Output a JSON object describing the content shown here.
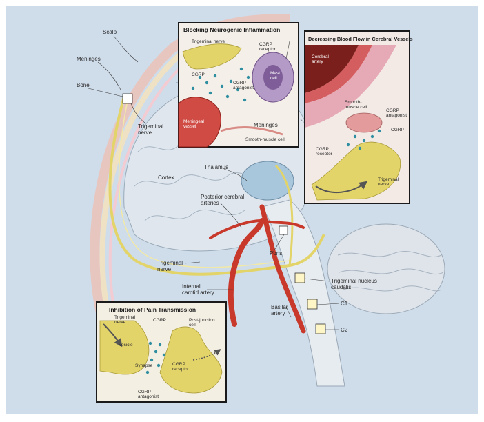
{
  "insets": {
    "neurogenic": {
      "title": "Blocking Neurogenic Inflammation",
      "labels": {
        "trigeminal_nerve": "Trigeminal nerve",
        "cgrp_receptor": "CGRP\nreceptor",
        "cgrp": "CGRP",
        "cgrp_antagonist": "CGRP\nantagonist",
        "mast_cell": "Mast\ncell",
        "meningeal_vessel": "Meningeal\nvessel",
        "meninges": "Meninges",
        "smooth_muscle_cell": "Smooth-muscle cell"
      }
    },
    "blood_flow": {
      "title": "Decreasing Blood Flow in Cerebral Vessels",
      "labels": {
        "cerebral_artery": "Cerebral\nartery",
        "smooth_muscle_cell": "Smooth-\nmuscle cell",
        "cgrp_antagonist": "CGRP\nantagonist",
        "cgrp": "CGRP",
        "cgrp_receptor": "CGRP\nreceptor",
        "trigeminal_nerve": "Trigeminal\nnerve"
      }
    },
    "pain": {
      "title": "Inhibition of Pain Transmission",
      "labels": {
        "trigeminal_nerve": "Trigeminal\nnerve",
        "vesicle": "Vesicle",
        "cgrp": "CGRP",
        "post_junction_cell": "Post-junction\ncell",
        "synapse": "Synapse",
        "cgrp_receptor": "CGRP\nreceptor",
        "cgrp_antagonist": "CGRP\nantagonist"
      }
    }
  },
  "main_labels": {
    "scalp": "Scalp",
    "meninges": "Meninges",
    "bone": "Bone",
    "trigeminal_nerve_upper": "Trigeminal\nnerve",
    "cortex": "Cortex",
    "thalamus": "Thalamus",
    "posterior_cerebral_arteries": "Posterior cerebral\narteries",
    "pons": "Pons",
    "trigeminal_nerve_lower": "Trigeminal\nnerve",
    "internal_carotid_artery": "Internal\ncarotid artery",
    "trigeminal_nucleus_caudalis": "Trigeminal nucleus\ncaudalis",
    "basilar_artery": "Basilar\nartery",
    "c1": "C1",
    "c2": "C2"
  },
  "colors": {
    "background": "#cfdcea",
    "nerve": "#e3d46a",
    "artery": "#c8392b",
    "brain": "#dfe6ee",
    "cgrp_dot": "#2f8fa0"
  }
}
